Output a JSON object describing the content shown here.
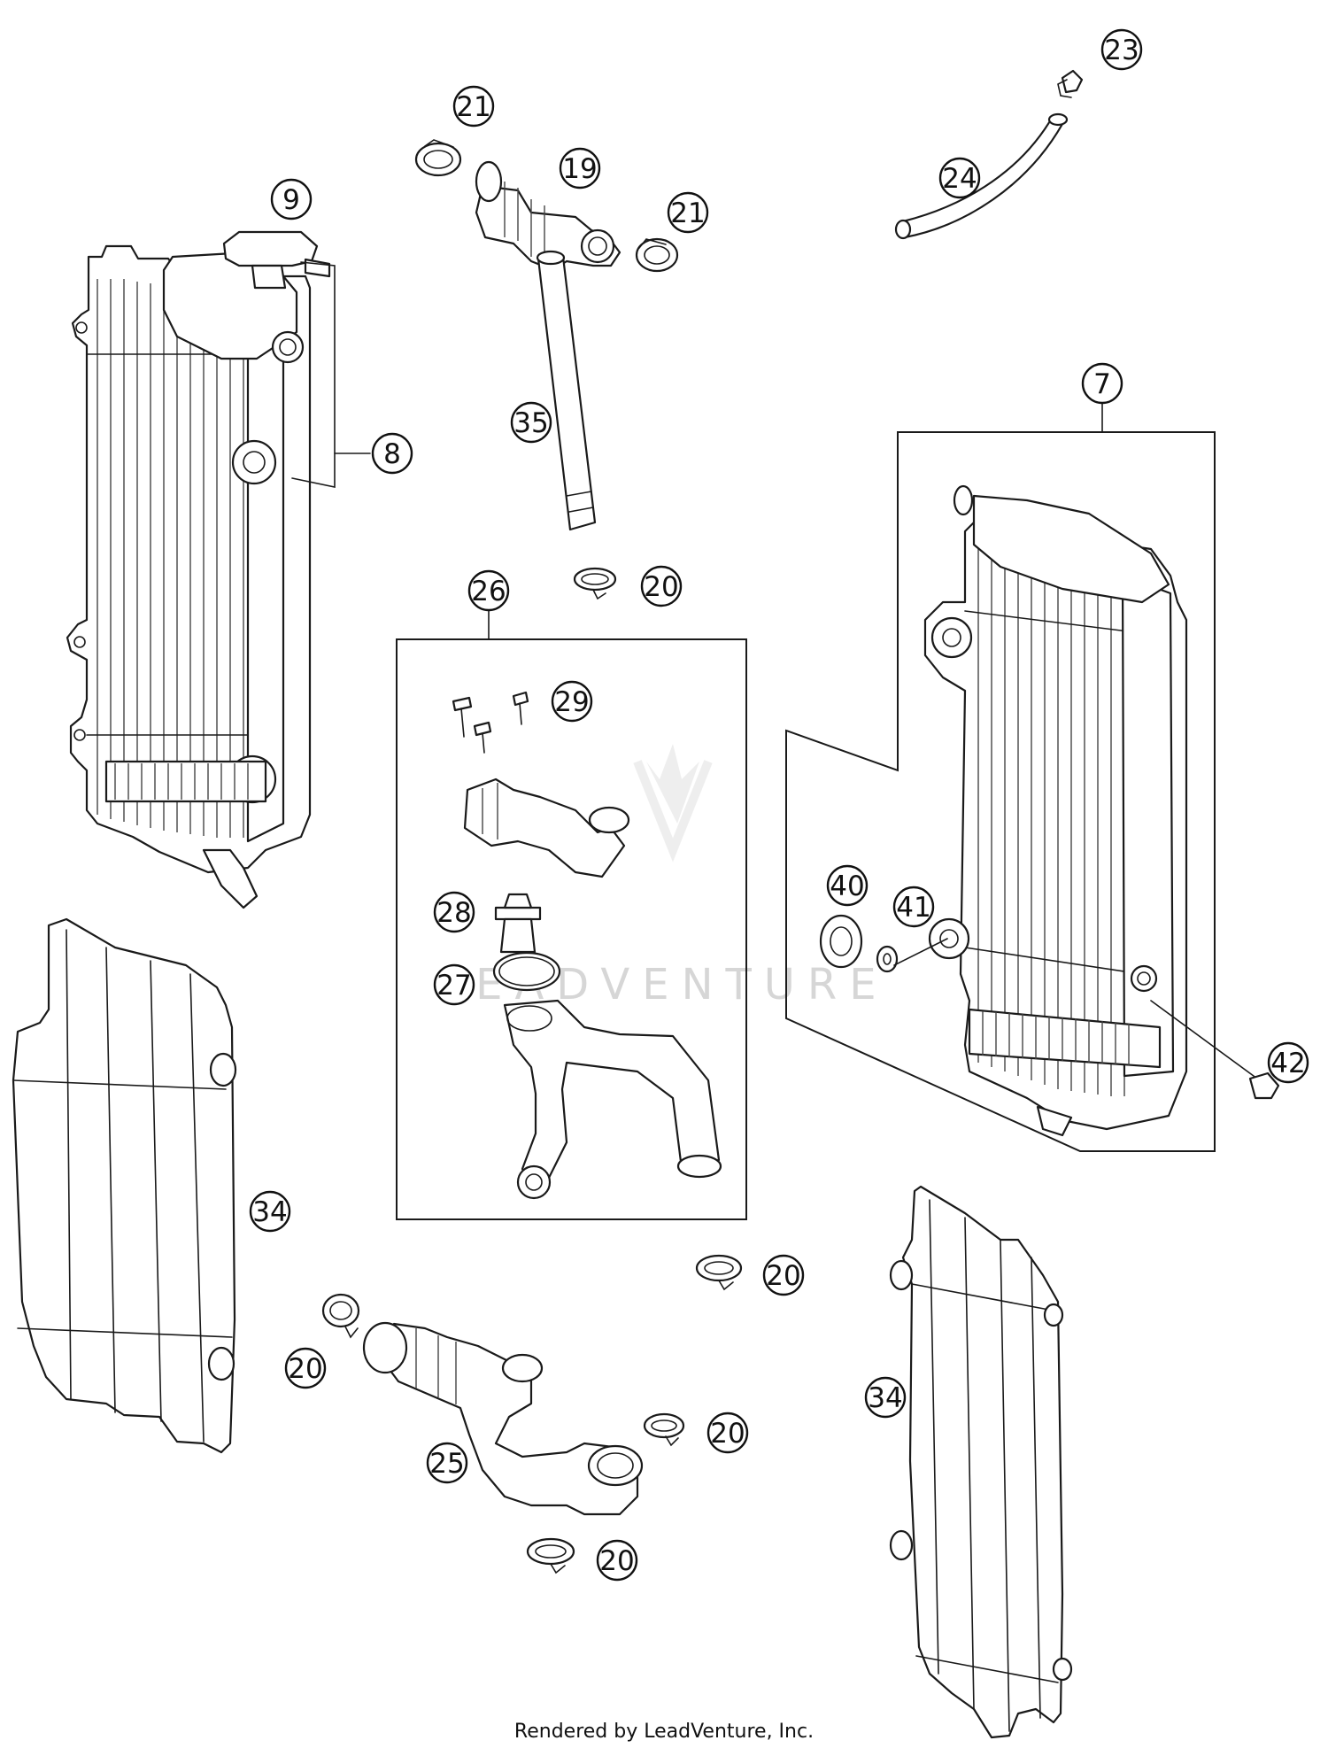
{
  "callouts": {
    "c9": "9",
    "c8": "8",
    "c21a": "21",
    "c19": "19",
    "c21b": "21",
    "c23": "23",
    "c24": "24",
    "c35": "35",
    "c7": "7",
    "c26": "26",
    "c20a": "20",
    "c29": "29",
    "c28": "28",
    "c27": "27",
    "c40": "40",
    "c41": "41",
    "c42": "42",
    "c34a": "34",
    "c34b": "34",
    "c20b": "20",
    "c20c": "20",
    "c20d": "20",
    "c25": "25",
    "c20e": "20"
  },
  "watermark": "LEADVENTURE",
  "footer": "Rendered by LeadVenture, Inc."
}
